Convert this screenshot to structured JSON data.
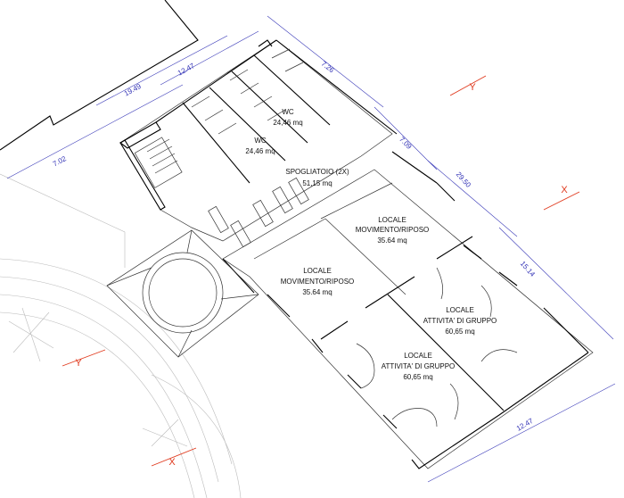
{
  "rooms": [
    {
      "name": "WC",
      "area": "24,46 mq"
    },
    {
      "name": "WC",
      "area": "24,46 mq"
    },
    {
      "name": "SPOGLIATOIO (2X)",
      "area": "51,15 mq"
    },
    {
      "name": "LOCALE",
      "name2": "MOVIMENTO/RIPOSO",
      "area": "35.64 mq"
    },
    {
      "name": "LOCALE",
      "name2": "MOVIMENTO/RIPOSO",
      "area": "35.64 mq"
    },
    {
      "name": "LOCALE",
      "name2": "ATTIVITA' DI GRUPPO",
      "area": "60,65 mq"
    },
    {
      "name": "LOCALE",
      "name2": "ATTIVITA' DI GRUPPO",
      "area": "60,65 mq"
    }
  ],
  "dimensions": {
    "d1": "7.02",
    "d2": "19.49",
    "d3": "12.47",
    "d4": "7.26",
    "d5": "7.09",
    "d6": "29.50",
    "d7": "15.14",
    "d8": "12.47"
  },
  "axes": {
    "y1": "Y",
    "x1": "X",
    "y2": "Y",
    "x2": "X"
  },
  "colors": {
    "dimension": "#2f2fb5",
    "axis": "#e03a1e",
    "wall": "#000000"
  }
}
